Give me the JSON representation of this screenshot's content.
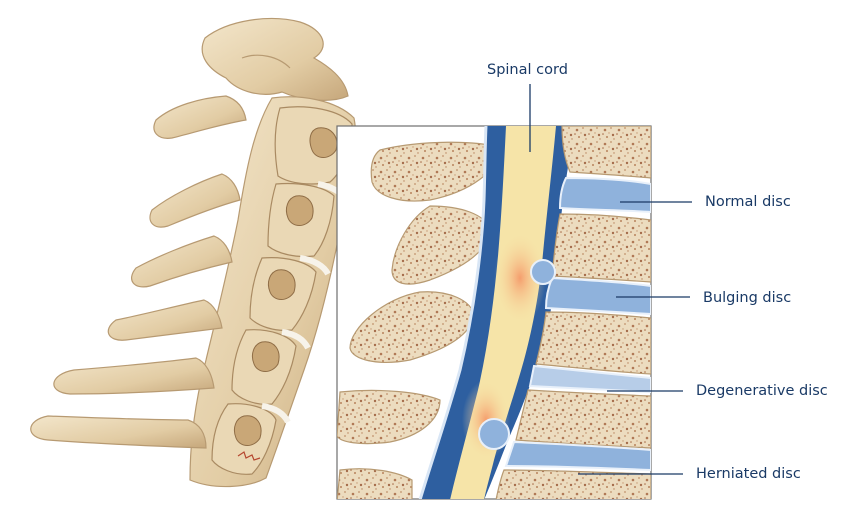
{
  "labels": {
    "spinal_cord": "Spinal cord",
    "normal_disc": "Normal disc",
    "bulging_disc": "Bulging disc",
    "degenerative_disc": "Degenerative disc",
    "herniated_disc": "Herniated disc"
  },
  "colors": {
    "label_text": "#1a3a66",
    "leader_line": "#1a3a66",
    "bone": "#e8d6b4",
    "bone_shadow": "#b79a72",
    "bone_speckle": "#b07855",
    "canal_blue": "#2e5fa0",
    "disc_blue": "#8fb2dc",
    "cord": "#f6e4a8",
    "inflammation": "#f59a6a",
    "box_border": "#6f6f6f"
  }
}
